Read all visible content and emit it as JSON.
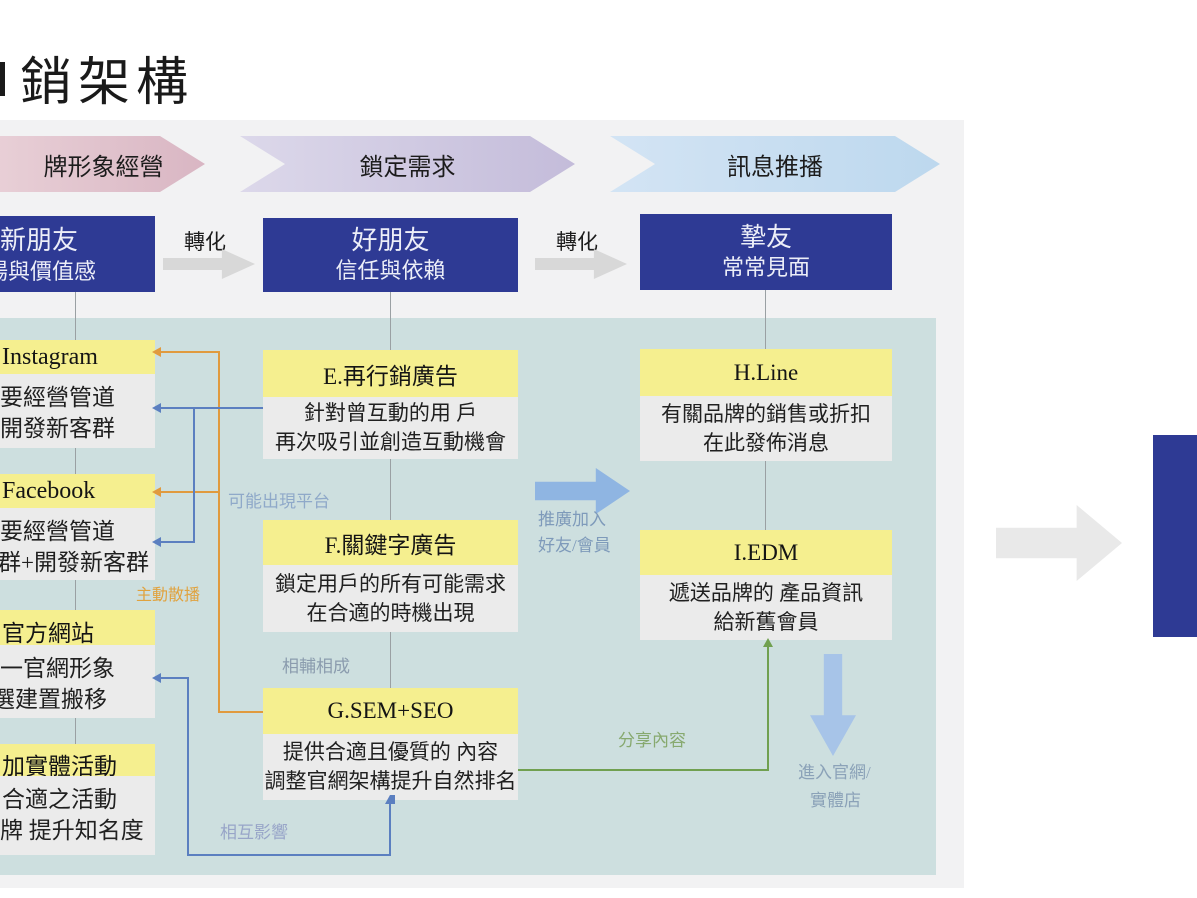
{
  "title": "銷架構",
  "banners": [
    {
      "label": "牌形象經營"
    },
    {
      "label": "鎖定需求"
    },
    {
      "label": "訊息推播"
    }
  ],
  "funnel": {
    "transition": "轉化",
    "stages": [
      {
        "title": "新朋友",
        "subtitle": "場與價值感"
      },
      {
        "title": "好朋友",
        "subtitle": "信任與依賴"
      },
      {
        "title": "摯友",
        "subtitle": "常常見面"
      }
    ]
  },
  "cards": {
    "a": {
      "header": "Instagram",
      "line1": "要經營管道",
      "line2": "開發新客群"
    },
    "b": {
      "header": "Facebook",
      "line1": "要經營管道",
      "line2": "群+開發新客群"
    },
    "c": {
      "header": "官方網站",
      "line1": "一官網形象",
      "line2": "選建置搬移"
    },
    "d": {
      "header": "加實體活動",
      "line1": "合適之活動",
      "line2": "牌 提升知名度"
    },
    "e": {
      "header": "E.再行銷廣告",
      "line1": "針對曾互動的用 戶",
      "line2": "再次吸引並創造互動機會"
    },
    "f": {
      "header": "F.關鍵字廣告",
      "line1": "鎖定用戶的所有可能需求",
      "line2": "在合適的時機出現"
    },
    "g": {
      "header": "G.SEM+SEO",
      "line1": "提供合適且優質的 內容",
      "line2": "調整官網架構提升自然排名"
    },
    "h": {
      "header": "H.Line",
      "line1": "有關品牌的銷售或折扣",
      "line2": "在此發佈消息"
    },
    "i": {
      "header": "I.EDM",
      "line1": "遞送品牌的 產品資訊",
      "line2": "給新舊會員"
    }
  },
  "annotations": {
    "possible_platforms": "可能出現平台",
    "active_spread": "主動散播",
    "complement_each_other": "相輔相成",
    "mutual_influence": "相互影響",
    "promote_join_line1": "推廣加入",
    "promote_join_line2": "好友/會員",
    "share_content": "分享內容",
    "enter_site_line1": "進入官網/",
    "enter_site_line2": "實體店"
  },
  "colors": {
    "dark_blue": "#2e3a94",
    "yellow": "#f5ef8f",
    "teal_panel": "#cddfdf",
    "panel_gray": "#f2f2f3",
    "card_body": "#ebebeb",
    "orange_line": "#e09a3e",
    "blue_line": "#5b7fc0",
    "green_line": "#70a050",
    "blue_block_arrow": "#8fb5e2",
    "gray_block_arrow": "#d8d8d8"
  }
}
